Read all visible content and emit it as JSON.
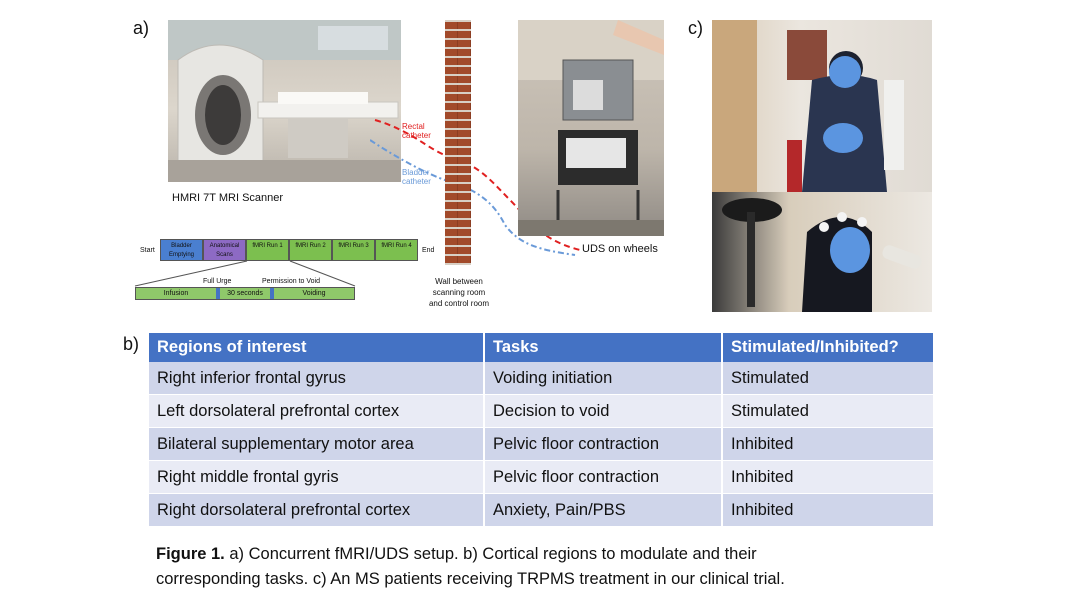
{
  "panel_labels": {
    "a": "a)",
    "b": "b)",
    "c": "c)"
  },
  "panel_a": {
    "scanner_label": "HMRI 7T MRI Scanner",
    "rectal_label": "Rectal catheter",
    "bladder_label": "Bladder catheter",
    "uds_label": "UDS on wheels",
    "wall_label": [
      "Wall between",
      "scanning room",
      "and control room"
    ],
    "sequence": {
      "start": "Start",
      "end": "End",
      "steps": [
        {
          "label": "Bladder Emptying",
          "color": "#4a7fd0"
        },
        {
          "label": "Anatomical Scans",
          "color": "#8d6ac4"
        },
        {
          "label": "fMRI Run 1",
          "color": "#7cbf4f"
        },
        {
          "label": "fMRI Run 2",
          "color": "#7cbf4f"
        },
        {
          "label": "fMRI Run 3",
          "color": "#7cbf4f"
        },
        {
          "label": "fMRI Run 4",
          "color": "#7cbf4f"
        }
      ],
      "sub_top": [
        "Full Urge",
        "Permission to Void"
      ],
      "sub_bottom": [
        "Infusion",
        "30 seconds",
        "Voiding"
      ]
    }
  },
  "table": {
    "headers": [
      "Regions of interest",
      "Tasks",
      "Stimulated/Inhibited?"
    ],
    "rows": [
      [
        "Right inferior frontal gyrus",
        "Voiding initiation",
        "Stimulated"
      ],
      [
        "Left dorsolateral prefrontal cortex",
        "Decision to void",
        "Stimulated"
      ],
      [
        "Bilateral supplementary motor area",
        "Pelvic floor contraction",
        "Inhibited"
      ],
      [
        "Right middle frontal gyris",
        "Pelvic floor contraction",
        "Inhibited"
      ],
      [
        "Right dorsolateral prefrontal cortex",
        "Anxiety, Pain/PBS",
        "Inhibited"
      ]
    ]
  },
  "caption": {
    "bold": "Figure 1.",
    "line1": " a) Concurrent fMRI/UDS setup. b) Cortical regions to modulate and their",
    "line2": "corresponding tasks. c) An MS patients receiving TRPMS treatment in our clinical trial."
  },
  "colors": {
    "header_blue": "#4472c4",
    "row_dark": "#cfd5ea",
    "row_light": "#e9ebf5",
    "rectal_red": "#e02020",
    "bladder_blue": "#6a9ad8"
  }
}
